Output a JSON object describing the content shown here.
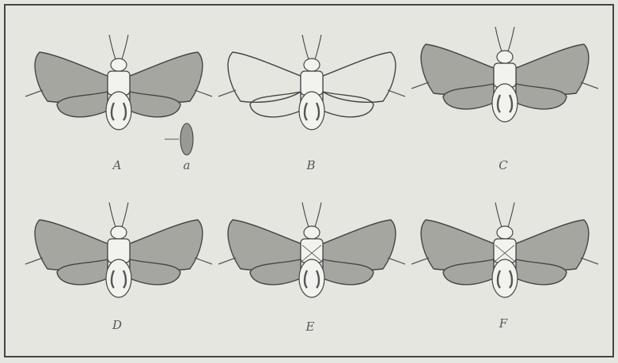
{
  "plate": {
    "background": "#e6e6e1",
    "border_color": "#444444",
    "wing_fill": "#a6a6a1",
    "wing_stroke": "#444444",
    "body_fill": "#f2f2ee",
    "figures": [
      {
        "id": "A",
        "label": "A",
        "wings_shaded": true
      },
      {
        "id": "B",
        "label": "B",
        "wings_shaded": false
      },
      {
        "id": "C",
        "label": "C",
        "wings_shaded": true
      },
      {
        "id": "D",
        "label": "D",
        "wings_shaded": true
      },
      {
        "id": "E",
        "label": "E",
        "wings_shaded": true
      },
      {
        "id": "F",
        "label": "F",
        "wings_shaded": true
      }
    ],
    "inset": {
      "label": "a"
    }
  }
}
